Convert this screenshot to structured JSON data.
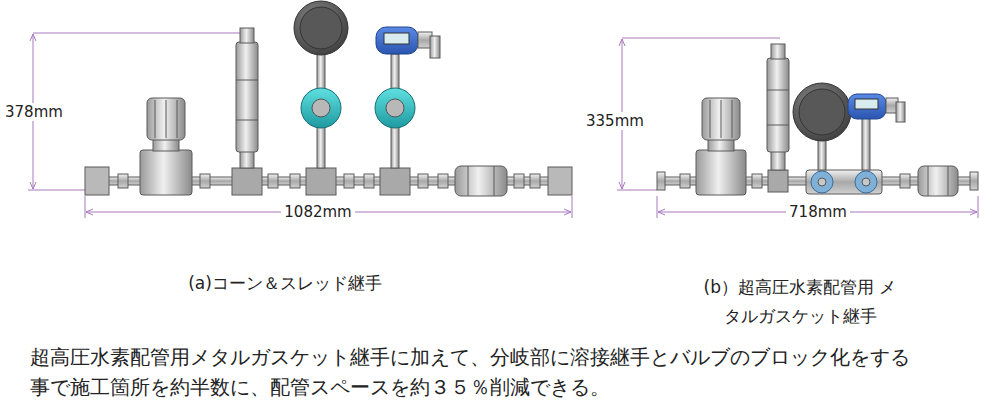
{
  "diagram": {
    "caption": "超高圧水素配管用メタルガスケット継手に加えて、分岐部に溶接継手とバルブのブロック化をする事で施工箇所を約半数に、配管スペースを約３５％削減できる。",
    "labels": [
      "378mm",
      "1082mm",
      "(a)コーン＆スレッド継手",
      "335mm",
      "718mm",
      "(b）超高圧水素配管用 メタルガスケット継手"
    ]
  }
}
